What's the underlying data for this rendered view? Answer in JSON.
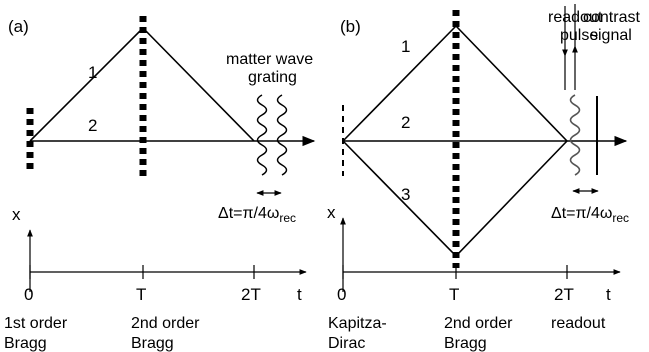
{
  "panel_a": {
    "label": "(a)",
    "path_1": "1",
    "path_2": "2",
    "grating_line1": "matter wave",
    "grating_line2": "grating",
    "dt_main": "Δt=π/4ω",
    "dt_sub": "rec",
    "axis_y": "x",
    "axis_x": "t",
    "tick_0": "0",
    "tick_T": "T",
    "tick_2T": "2T",
    "pulse0_line1": "1st order",
    "pulse0_line2": "Bragg",
    "pulseT_line1": "2nd order",
    "pulseT_line2": "Bragg"
  },
  "panel_b": {
    "label": "(b)",
    "path_1": "1",
    "path_2": "2",
    "path_3": "3",
    "readout_line1": "readout",
    "readout_line2": "pulse",
    "contrast_line1": "contrast",
    "contrast_line2": "signal",
    "dt_main": "Δt=π/4ω",
    "dt_sub": "rec",
    "axis_y": "x",
    "axis_x": "t",
    "tick_0": "0",
    "tick_T": "T",
    "tick_2T": "2T",
    "pulse0_line1": "Kapitza-",
    "pulse0_line2": "Dirac",
    "pulseT_line1": "2nd order",
    "pulseT_line2": "Bragg",
    "pulse2T_line1": "readout"
  }
}
